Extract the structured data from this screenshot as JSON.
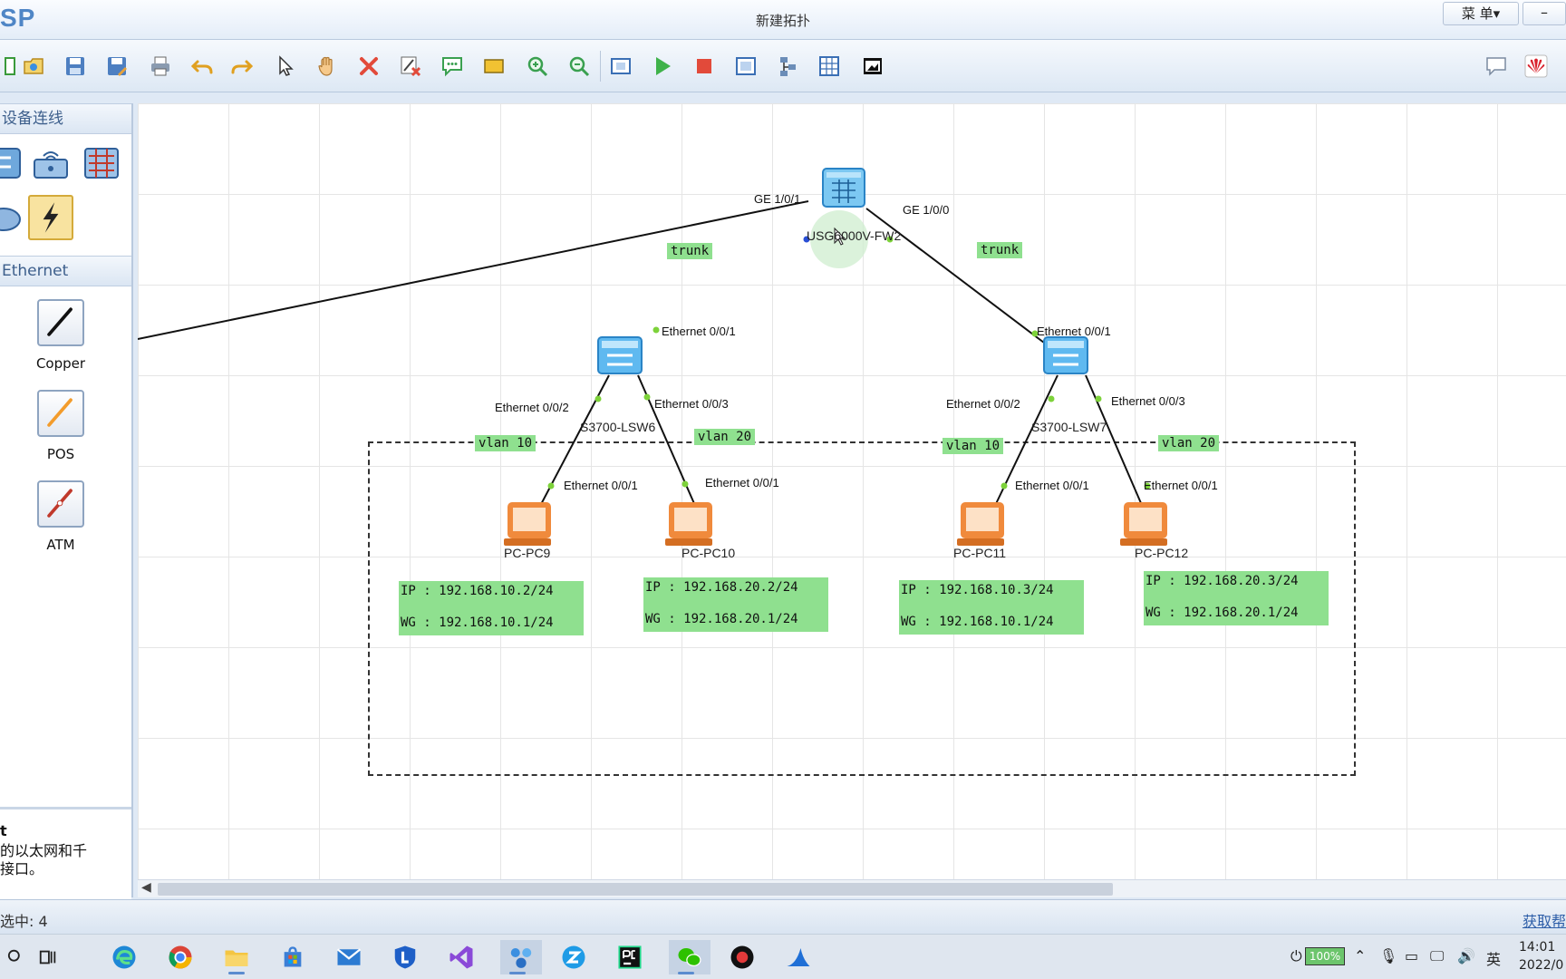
{
  "app": {
    "logo": "SP",
    "title": "新建拓扑",
    "menu_label": "菜 单▾",
    "minimize_label": "–"
  },
  "left_panel": {
    "section_devices": "设备连线",
    "section_ethernet": "Ethernet",
    "cables": [
      {
        "label": "Copper"
      },
      {
        "label": "POS"
      },
      {
        "label": "ATM"
      }
    ],
    "desc_title": "t",
    "desc_text": "的以太网和千\n接口。"
  },
  "topology": {
    "firewall": {
      "name": "USG6000V-FW2",
      "port_left": "GE 1/0/1",
      "port_right": "GE 1/0/0"
    },
    "trunk_left": "trunk",
    "trunk_right": "trunk",
    "switch_left": {
      "name": "S3700-LSW6",
      "uplink": "Ethernet 0/0/1",
      "port_a": "Ethernet 0/0/2",
      "port_b": "Ethernet 0/0/3"
    },
    "switch_right": {
      "name": "S3700-LSW7",
      "uplink": "Ethernet 0/0/1",
      "port_a": "Ethernet 0/0/2",
      "port_b": "Ethernet 0/0/3"
    },
    "vlans": [
      "vlan 10",
      "vlan 20",
      "vlan 10",
      "vlan 20"
    ],
    "pcs": [
      {
        "name": "PC-PC9",
        "port": "Ethernet 0/0/1",
        "ip": "IP : 192.168.10.2/24",
        "gw": "WG : 192.168.10.1/24"
      },
      {
        "name": "PC-PC10",
        "port": "Ethernet 0/0/1",
        "ip": "IP : 192.168.20.2/24",
        "gw": "WG : 192.168.20.1/24"
      },
      {
        "name": "PC-PC11",
        "port": "Ethernet 0/0/1",
        "ip": "IP : 192.168.10.3/24",
        "gw": "WG : 192.168.10.1/24"
      },
      {
        "name": "PC-PC12",
        "port": "Ethernet 0/0/1",
        "ip": "IP : 192.168.20.3/24",
        "gw": "WG : 192.168.20.1/24"
      }
    ]
  },
  "status": {
    "selected": "选中: 4",
    "help_link": "获取帮"
  },
  "taskbar": {
    "battery": "100%",
    "ime": "英",
    "time": "14:01",
    "date": "2022/0"
  },
  "colors": {
    "label_bg": "#8fe08f",
    "link": "#111111",
    "port_dot": "#7dd23a",
    "switch": "#38a6e6",
    "pc": "#f08a3c"
  }
}
